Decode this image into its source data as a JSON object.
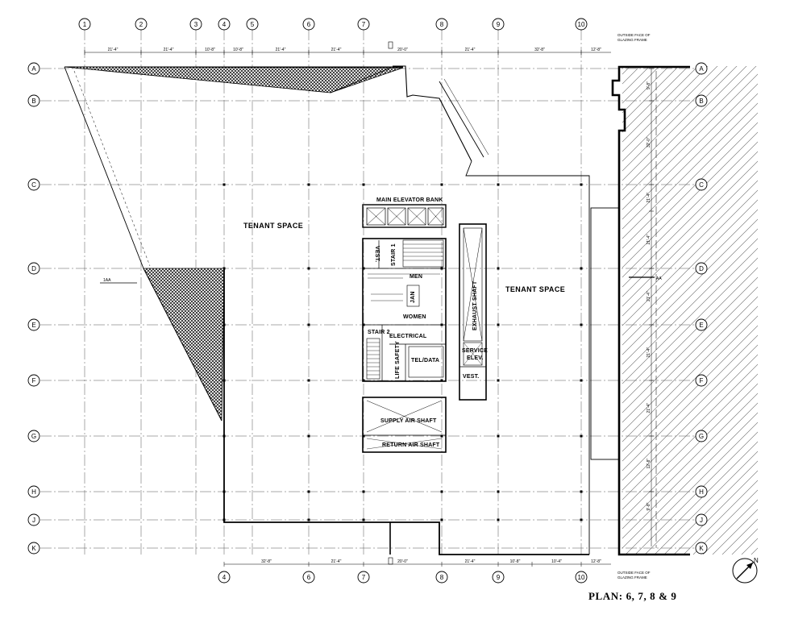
{
  "title": "PLAN: 6, 7, 8  &  9",
  "grid": {
    "columns": [
      "1",
      "2",
      "3",
      "4",
      "5",
      "6",
      "7",
      "8",
      "9",
      "10"
    ],
    "bottom_columns": [
      "4",
      "6",
      "7",
      "8",
      "9",
      "10"
    ],
    "rows": [
      "A",
      "B",
      "C",
      "D",
      "E",
      "F",
      "G",
      "H",
      "J",
      "K"
    ]
  },
  "dimensions": {
    "top": [
      "21'-4\"",
      "21'-4\"",
      "10'-8\"",
      "10'-8\"",
      "21'-4\"",
      "21'-4\"",
      "20'-0\"",
      "21'-4\"",
      "32'-8\"",
      "12'-8\""
    ],
    "bottom": [
      "32'-8\"",
      "21'-4\"",
      "20'-0\"",
      "21'-4\"",
      "10'-8\"",
      "10'-4\"",
      "12'-8\""
    ],
    "right": [
      "9'-8\"",
      "32'-0\"",
      "21'-4\"",
      "21'-4\"",
      "21'-4\"",
      "21'-4\"",
      "21'-4\"",
      "12'-8\"",
      "9'-8\""
    ]
  },
  "notes": {
    "glazing_top": "OUTSIDE FACE OF GLAZING FRAME",
    "glazing_bottom": "OUTSIDE FACE OF GLAZING FRAME",
    "section_left": "1AA",
    "section_right": "AA"
  },
  "rooms": {
    "tenant_left": "TENANT SPACE",
    "tenant_right": "TENANT SPACE",
    "main_elevator_bank": "MAIN ELEVATOR BANK",
    "vest_1": "VEST.",
    "stair_1": "STAIR 1",
    "men": "MEN",
    "jan": "JAN",
    "women": "WOMEN",
    "stair_2": "STAIR 2",
    "electrical": "ELECTRICAL",
    "life_safety": "LIFE SAFETY",
    "tel_data": "TEL/DATA",
    "exhaust_shaft": "EXHAUST SHAFT",
    "service_elev": "SERVICE ELEV.",
    "vest_2": "VEST.",
    "supply_air_shaft": "SUPPLY AIR SHAFT",
    "return_air_shaft": "RETURN AIR SHAFT"
  },
  "north_arrow": "N"
}
